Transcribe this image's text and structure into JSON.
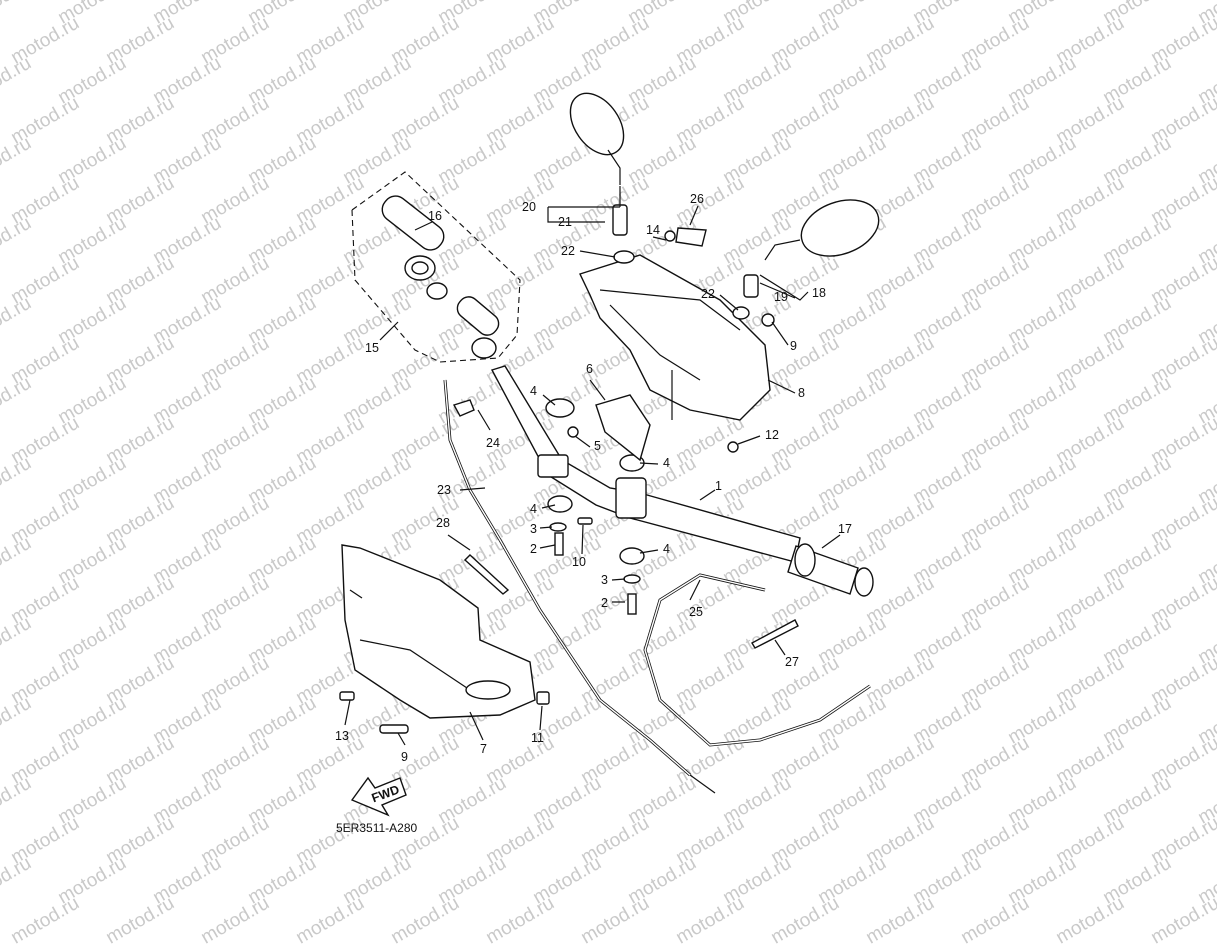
{
  "watermark": "motod.ru",
  "diagram_code": "5ER3511-A280",
  "fwd_label": "FWD",
  "labels": {
    "p1": "1",
    "p2a": "2",
    "p2b": "2",
    "p3a": "3",
    "p3b": "3",
    "p4a": "4",
    "p4b": "4",
    "p4c": "4",
    "p4d": "4",
    "p5": "5",
    "p6": "6",
    "p7": "7",
    "p8": "8",
    "p9a": "9",
    "p9b": "9",
    "p10": "10",
    "p11": "11",
    "p12": "12",
    "p13": "13",
    "p14": "14",
    "p15": "15",
    "p16": "16",
    "p17": "17",
    "p18": "18",
    "p19": "19",
    "p20": "20",
    "p21": "21",
    "p22a": "22",
    "p22b": "22",
    "p23": "23",
    "p24": "24",
    "p25": "25",
    "p26": "26",
    "p27": "27",
    "p28": "28"
  }
}
